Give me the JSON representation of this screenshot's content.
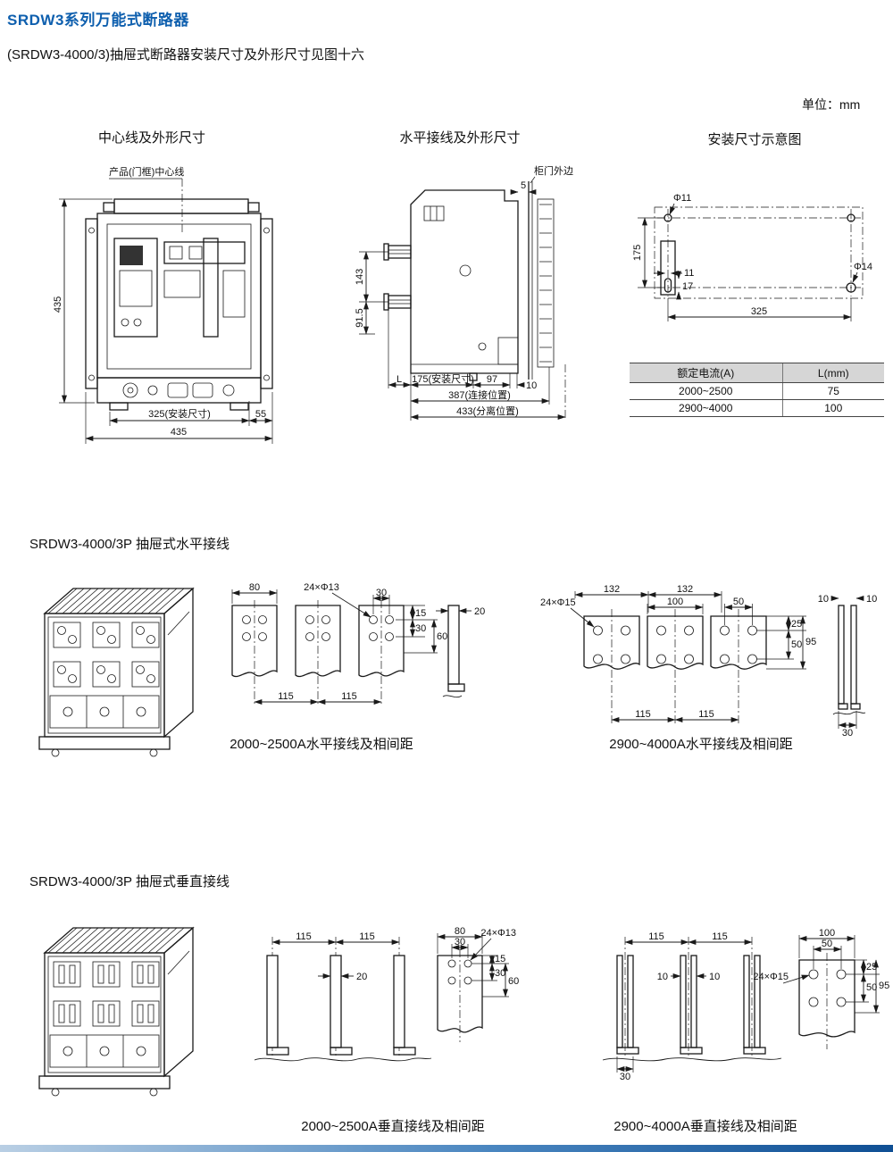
{
  "page": {
    "title": "SRDW3系列万能式断路器",
    "subtitle": "(SRDW3-4000/3)抽屉式断路器安装尺寸及外形尺寸见图十六",
    "unit_label": "单位：mm"
  },
  "overview": {
    "front": {
      "title": "中心线及外形尺寸",
      "centerline_label": "产品(门框)中心线",
      "height": "435",
      "install_width": "325(安装尺寸)",
      "side_offset": "55",
      "total_width": "435"
    },
    "side": {
      "title": "水平接线及外形尺寸",
      "door_label": "柜门外边",
      "door_gap": "5",
      "bar_spacing": "143",
      "lower_height": "91.5",
      "bar_length": "L",
      "install_depth": "175(安装尺寸)",
      "depth_97": "97",
      "depth_10": "10",
      "connect_pos": "387(连接位置)",
      "separate_pos": "433(分离位置)"
    },
    "mount": {
      "title": "安装尺寸示意图",
      "hole_small": "Φ11",
      "vert_pitch": "175",
      "slot_w": "11",
      "slot_h": "17",
      "hole_large": "Φ14",
      "horiz_pitch": "325"
    }
  },
  "rating_table": {
    "col_current": "额定电流(A)",
    "col_l": "L(mm)",
    "rows": [
      {
        "current": "2000~2500",
        "l": "75"
      },
      {
        "current": "2900~4000",
        "l": "100"
      }
    ]
  },
  "horizontal": {
    "section_title": "SRDW3-4000/3P 抽屉式水平接线",
    "low": {
      "caption": "2000~2500A水平接线及相间距",
      "pad_width": "80",
      "holes": "24×Φ13",
      "col_pitch": "30",
      "top_offset": "15",
      "row_pitch": "30",
      "row_total": "60",
      "bar_thick": "20",
      "phase_pitch_1": "115",
      "phase_pitch_2": "115"
    },
    "high": {
      "caption": "2900~4000A水平接线及相间距",
      "top_pitch_1": "132",
      "top_pitch_2": "132",
      "holes": "24×Φ15",
      "pad_width": "100",
      "col_pitch": "50",
      "top_offset": "25",
      "row_pitch": "50",
      "row_total": "95",
      "bar_thick_1": "10",
      "bar_thick_2": "10",
      "pair_width": "30",
      "phase_pitch_1": "115",
      "phase_pitch_2": "115"
    }
  },
  "vertical": {
    "section_title": "SRDW3-4000/3P 抽屉式垂直接线",
    "low": {
      "caption": "2000~2500A垂直接线及相间距",
      "phase_pitch_1": "115",
      "phase_pitch_2": "115",
      "bar_thick": "20",
      "pad_width": "80",
      "col_pitch": "30",
      "holes": "24×Φ13",
      "top_offset": "15",
      "row_pitch": "30",
      "row_total": "60"
    },
    "high": {
      "caption": "2900~4000A垂直接线及相间距",
      "phase_pitch_1": "115",
      "phase_pitch_2": "115",
      "bar_thick_1": "10",
      "bar_thick_2": "10",
      "pair_width": "30",
      "pad_width": "100",
      "col_pitch": "50",
      "holes": "24×Φ15",
      "top_offset": "25",
      "row_pitch": "50",
      "row_total": "95"
    }
  }
}
